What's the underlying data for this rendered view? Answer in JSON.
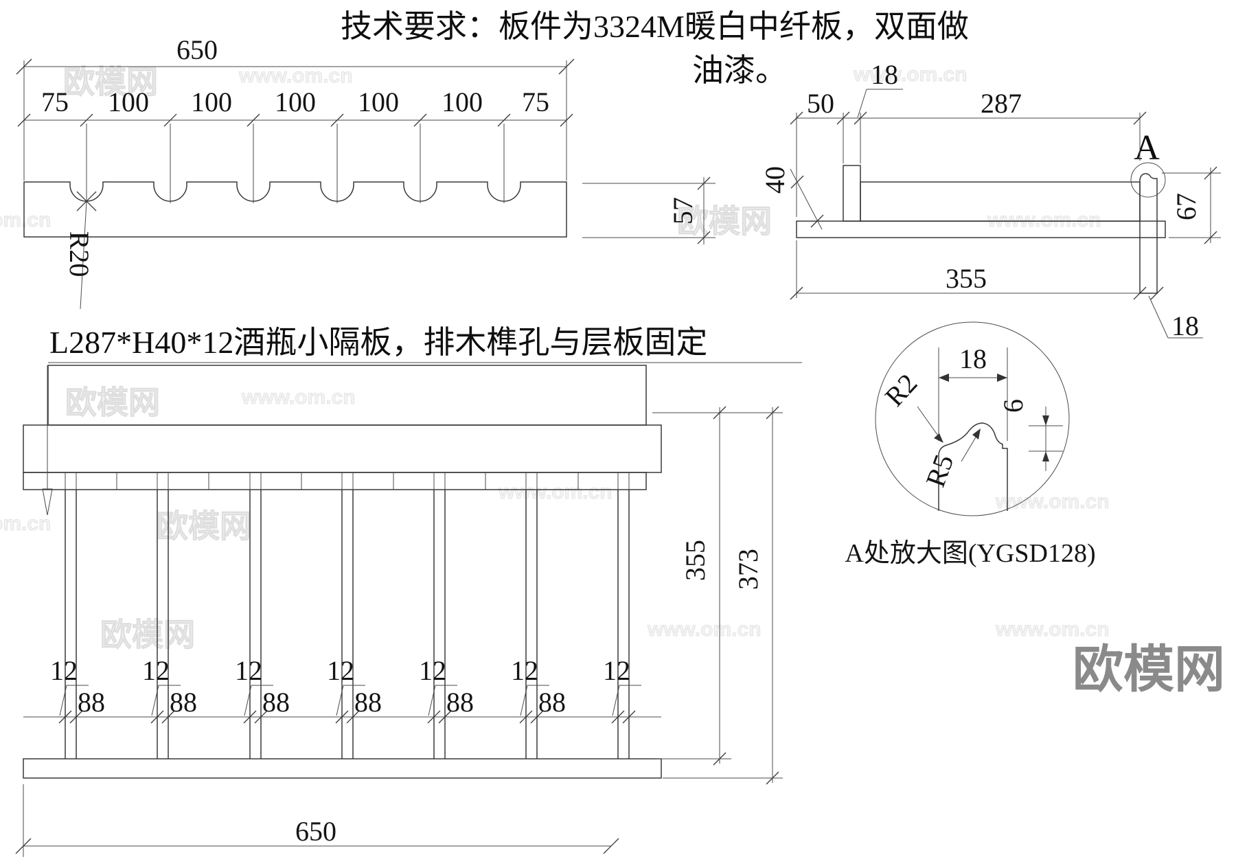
{
  "title": {
    "line1": "技术要求：板件为3324M暖白中纤板，双面做",
    "line2": "油漆。"
  },
  "note": {
    "text": "L287*H40*12酒瓶小隔板，排木榫孔与层板固定"
  },
  "front_view": {
    "overall": "650",
    "segments": [
      "75",
      "100",
      "100",
      "100",
      "100",
      "100",
      "75"
    ],
    "height": "57",
    "radius_label": "R20"
  },
  "side_view": {
    "d50": "50",
    "d18_top": "18",
    "d287": "287",
    "d40": "40",
    "d355": "355",
    "d67": "67",
    "d18_bottom": "18",
    "marker": "A"
  },
  "plan_view": {
    "overall": "650",
    "inner_height": "355",
    "outer_height": "373",
    "divider_dims": [
      "12",
      "12",
      "12",
      "12",
      "12",
      "12",
      "12"
    ],
    "gap_dims": [
      "88",
      "88",
      "88",
      "88",
      "88",
      "88"
    ]
  },
  "detail_view": {
    "caption": "A处放大图(YGSD128)",
    "d18": "18",
    "d6": "6",
    "r2": "R2",
    "r5": "R5"
  },
  "watermarks": {
    "brand": "欧模网",
    "url": "www.om.cn",
    "partial": "om.cn"
  },
  "logo": {
    "text": "欧模网"
  },
  "colors": {
    "line": "#383838",
    "dim": "#4a4a4a",
    "text": "#141414",
    "watermark": "#e8e8e8",
    "logo": "#8a8a8a"
  }
}
